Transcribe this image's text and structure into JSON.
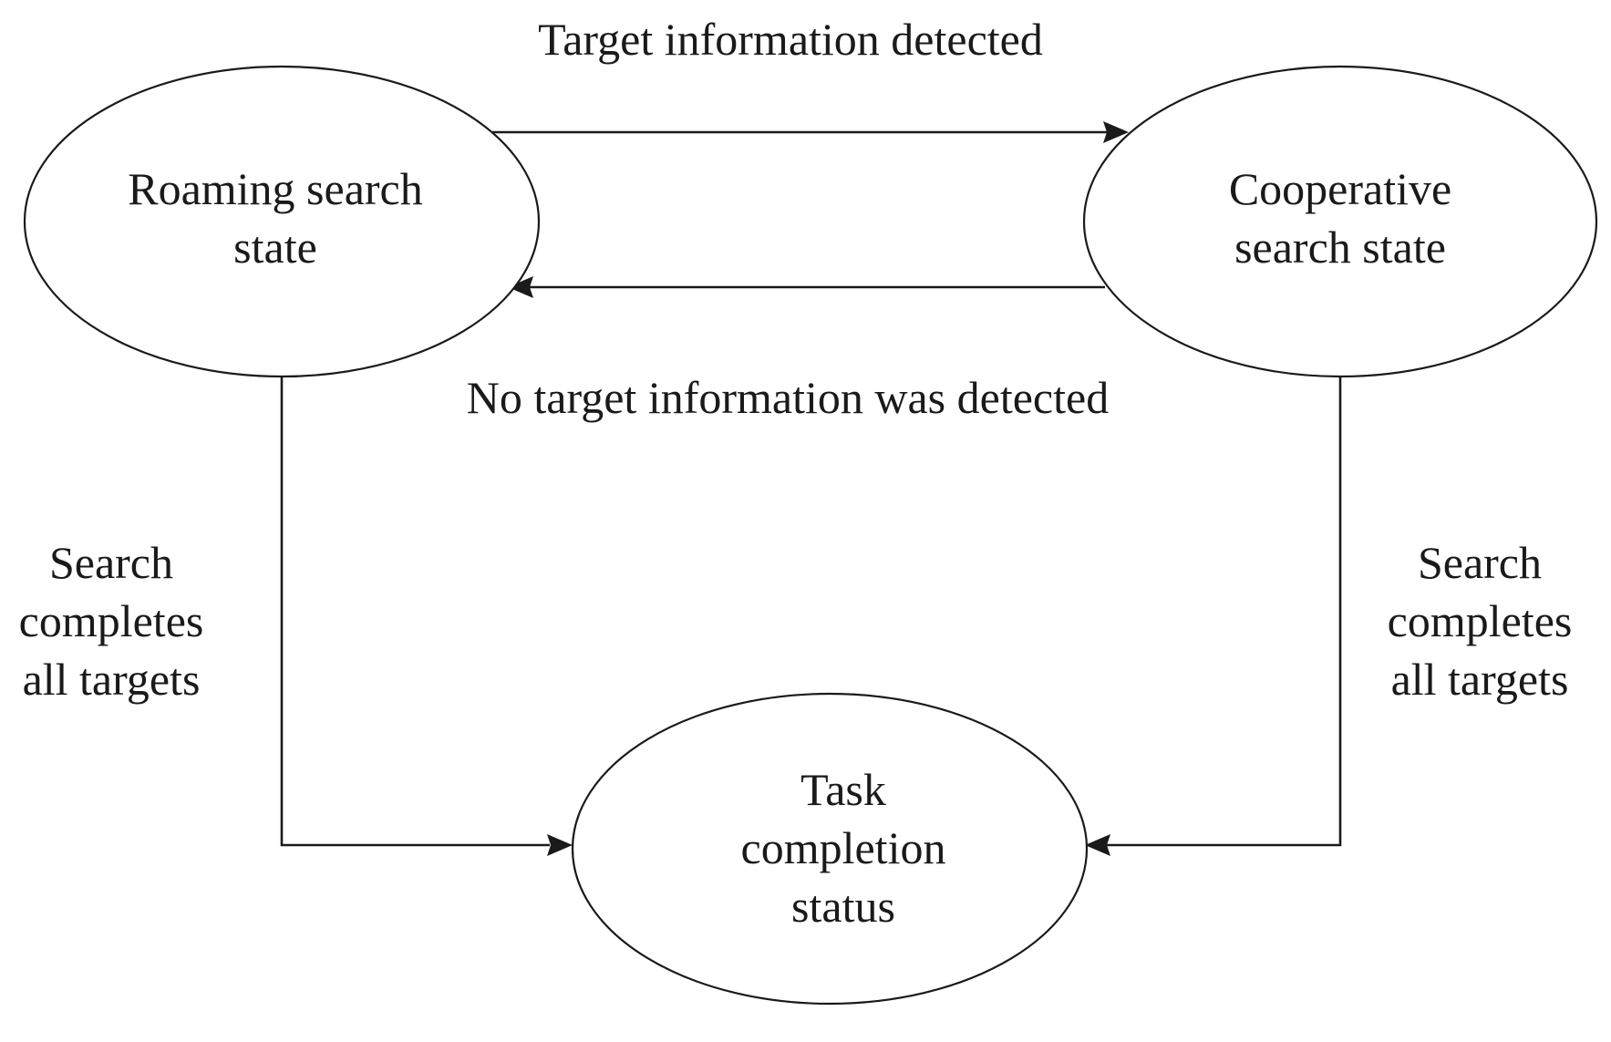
{
  "diagram": {
    "nodes": {
      "roaming": {
        "line1": "Roaming search",
        "line2": "state"
      },
      "cooperative": {
        "line1": "Cooperative",
        "line2": "search state"
      },
      "task": {
        "line1": "Task",
        "line2": "completion",
        "line3": "status"
      }
    },
    "edges": {
      "target_detected": {
        "label": "Target information detected"
      },
      "no_target": {
        "label": "No target information was detected"
      },
      "left_complete": {
        "line1": "Search",
        "line2": "completes",
        "line3": "all targets"
      },
      "right_complete": {
        "line1": "Search",
        "line2": "completes",
        "line3": "all targets"
      }
    }
  }
}
